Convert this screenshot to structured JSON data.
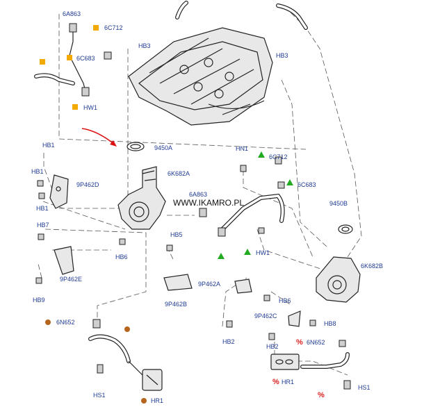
{
  "watermark": "WWW.IKAMRO.PL",
  "labels": {
    "l_6a863_top": "6A863",
    "l_6c712_top": "6C712",
    "l_hb3_left": "HB3",
    "l_6c683_top": "6C683",
    "l_hb3_right": "HB3",
    "l_hw1_top": "HW1",
    "l_9450a": "9450A",
    "l_hb1_a": "HB1",
    "l_hn1": "HN1",
    "l_6c712_mid": "6C712",
    "l_hb1_b": "HB1",
    "l_6k682a": "6K682A",
    "l_6c683_mid": "6C683",
    "l_9p462d": "9P462D",
    "l_6a863_mid": "6A863",
    "l_9450b": "9450B",
    "l_hb1_c": "HB1",
    "l_hb7": "HB7",
    "l_hb5": "HB5",
    "l_hw1_mid": "HW1",
    "l_hb6_left": "HB6",
    "l_6k682b": "6K682B",
    "l_9p462e": "9P462E",
    "l_9p462a": "9P462A",
    "l_hb9": "HB9",
    "l_9p462b": "9P462B",
    "l_hb6_right": "HB6",
    "l_6n652_left": "6N652",
    "l_9p462c": "9P462C",
    "l_hb8": "HB8",
    "l_hb2_a": "HB2",
    "l_6n652_right": "6N652",
    "l_hb2_b": "HB2",
    "l_hr1_right": "HR1",
    "l_hs1_right": "HS1",
    "l_hs1_left": "HS1",
    "l_hr1_left": "HR1"
  },
  "markers": {
    "percent": "%"
  },
  "colors": {
    "label_text": "#1f3a93",
    "square_marker": "#f2a900",
    "triangle_marker": "#22aa22",
    "dot_marker": "#b5651d",
    "percent_marker": "#dd2222",
    "arrow": "#dd1111"
  }
}
